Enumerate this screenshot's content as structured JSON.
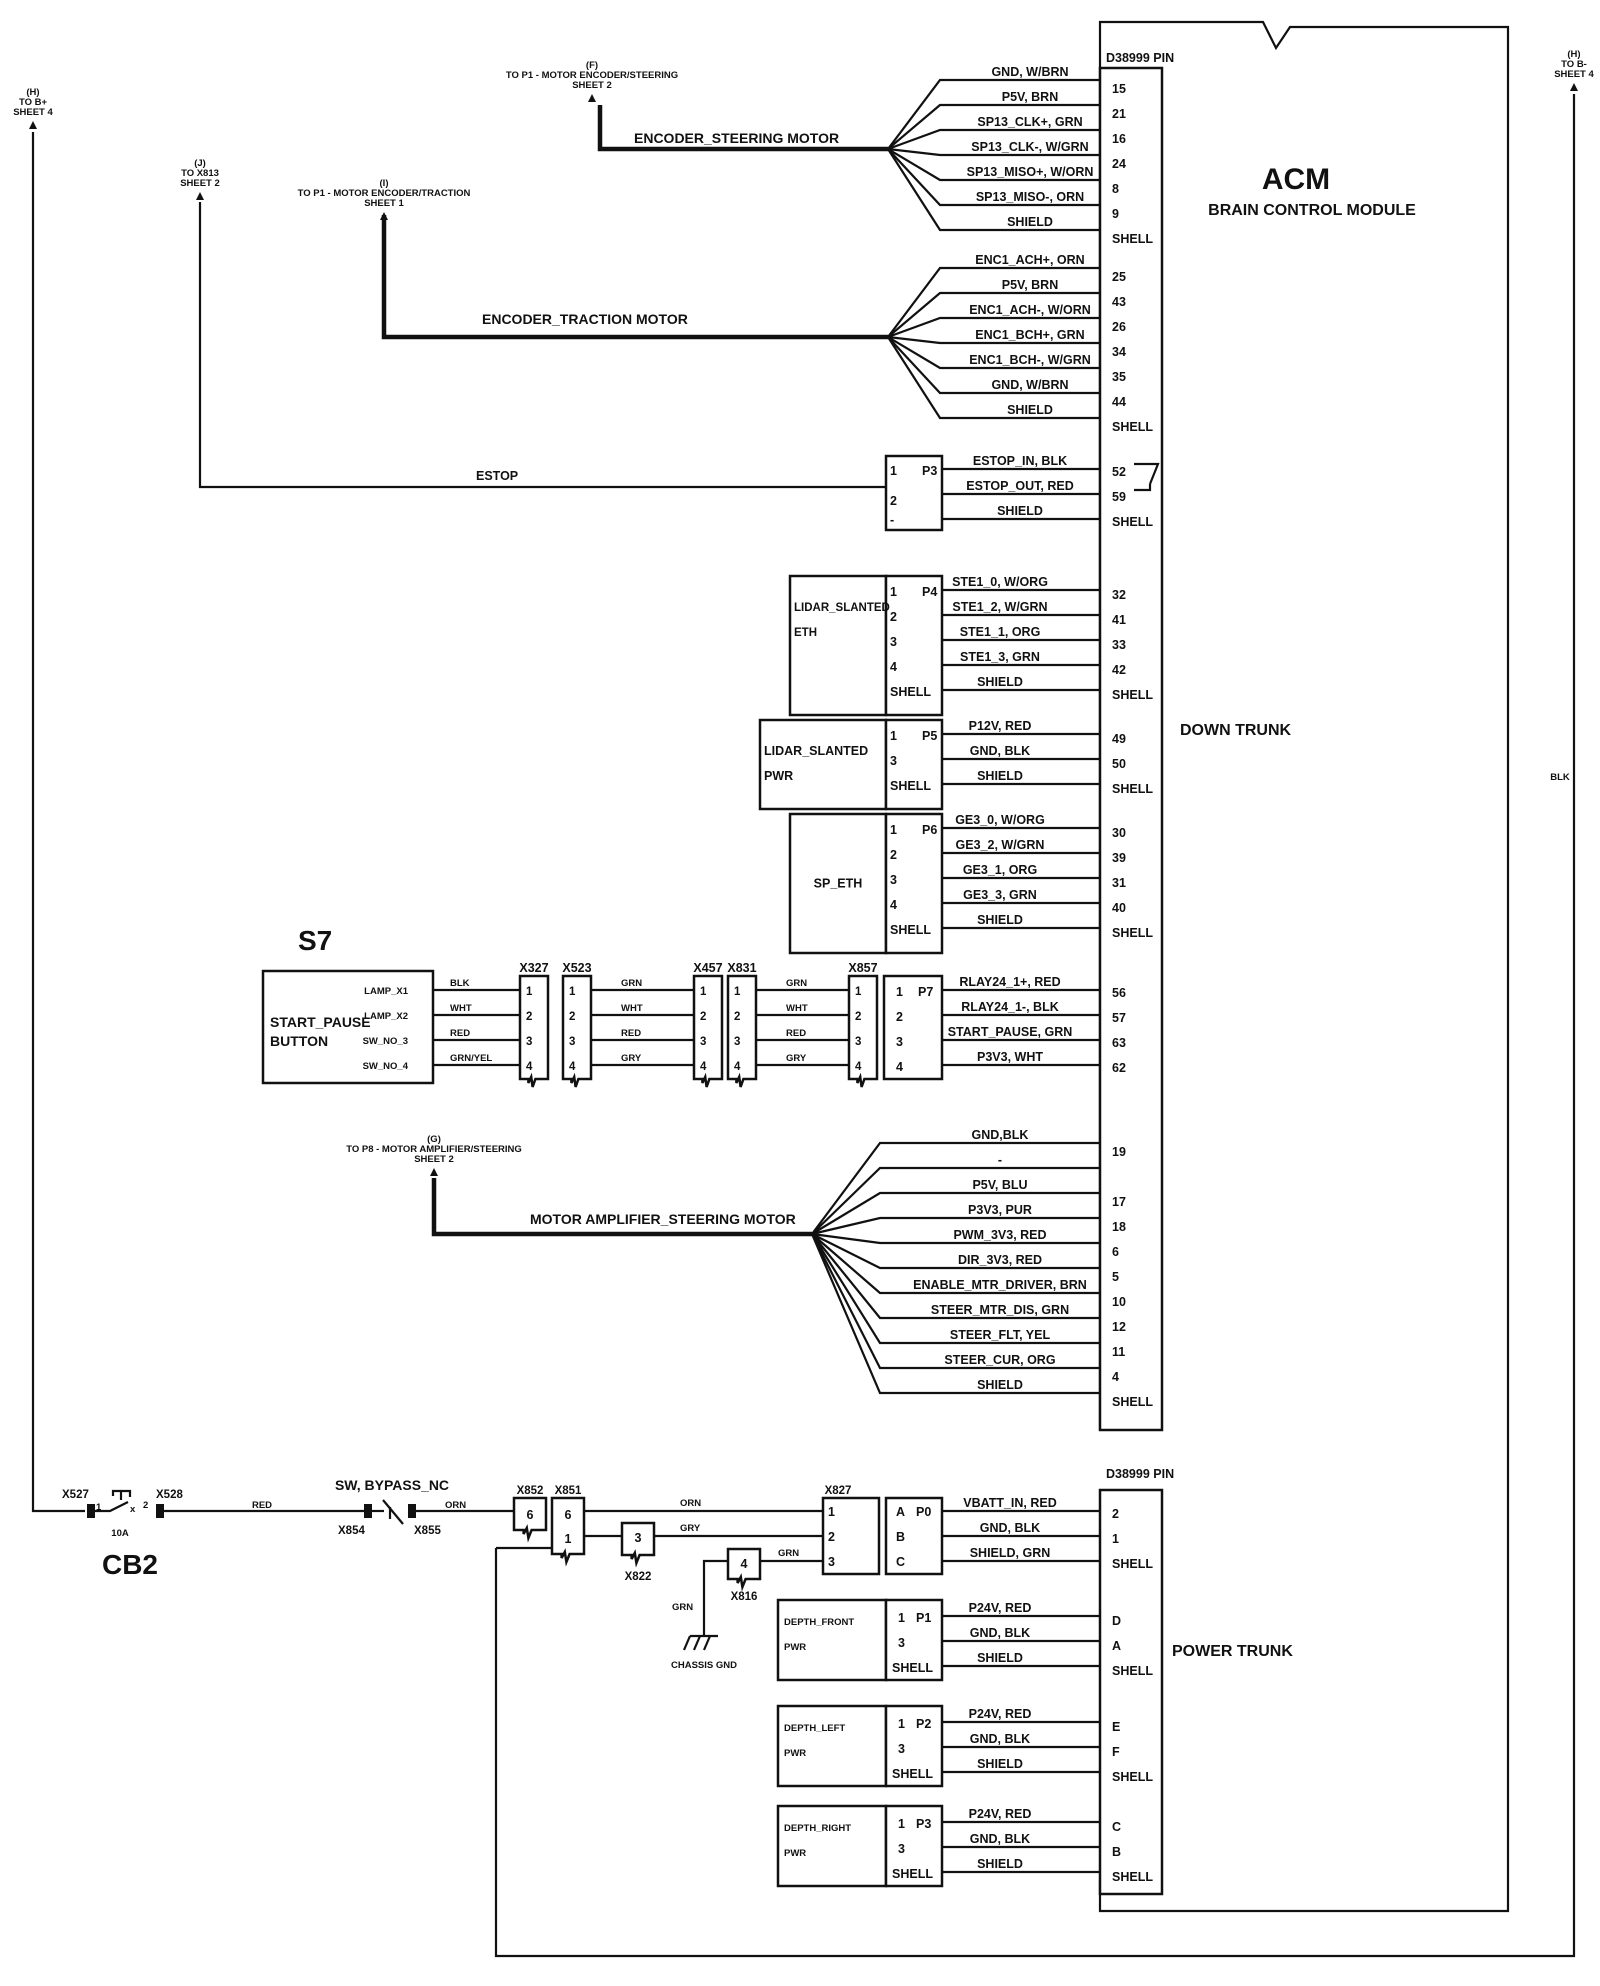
{
  "module": {
    "name": "ACM",
    "subtitle": "BRAIN CONTROL MODULE",
    "connector_header_down": "D38999 PIN",
    "connector_header_power": "D38999 PIN",
    "down_trunk_label": "DOWN TRUNK",
    "power_trunk_label": "POWER TRUNK"
  },
  "offsheet_refs": [
    {
      "id": "H_plus",
      "tag": "(H)",
      "text": "TO B+",
      "sheet": "SHEET 4"
    },
    {
      "id": "J",
      "tag": "(J)",
      "text": "TO X813",
      "sheet": "SHEET 2"
    },
    {
      "id": "I",
      "tag": "(I)",
      "text": "TO P1 - MOTOR ENCODER/TRACTION",
      "sheet": "SHEET 1"
    },
    {
      "id": "F",
      "tag": "(F)",
      "text": "TO P1 - MOTOR ENCODER/STEERING",
      "sheet": "SHEET 2"
    },
    {
      "id": "H_minus",
      "tag": "(H)",
      "text": "TO B-",
      "sheet": "SHEET 4"
    },
    {
      "id": "G",
      "tag": "(G)",
      "text": "TO P8 - MOTOR AMPLIFIER/STEERING",
      "sheet": "SHEET 2"
    }
  ],
  "harnesses": {
    "encoder_steering": {
      "label": "ENCODER_STEERING MOTOR",
      "wires": [
        {
          "signal": "GND, W/BRN",
          "pin": "15"
        },
        {
          "signal": "P5V, BRN",
          "pin": "21"
        },
        {
          "signal": "SP13_CLK+, GRN",
          "pin": "16"
        },
        {
          "signal": "SP13_CLK-, W/GRN",
          "pin": "24"
        },
        {
          "signal": "SP13_MISO+, W/ORN",
          "pin": "8"
        },
        {
          "signal": "SP13_MISO-, ORN",
          "pin": "9"
        },
        {
          "signal": "SHIELD",
          "pin": "SHELL"
        }
      ]
    },
    "encoder_traction": {
      "label": "ENCODER_TRACTION MOTOR",
      "wires": [
        {
          "signal": "ENC1_ACH+, ORN",
          "pin": "25"
        },
        {
          "signal": "P5V, BRN",
          "pin": "43"
        },
        {
          "signal": "ENC1_ACH-, W/ORN",
          "pin": "26"
        },
        {
          "signal": "ENC1_BCH+, GRN",
          "pin": "34"
        },
        {
          "signal": "ENC1_BCH-, W/GRN",
          "pin": "35"
        },
        {
          "signal": "GND, W/BRN",
          "pin": "44"
        },
        {
          "signal": "SHIELD",
          "pin": "SHELL"
        }
      ]
    },
    "motor_amplifier": {
      "label": "MOTOR AMPLIFIER_STEERING MOTOR",
      "wires": [
        {
          "signal": "GND,BLK",
          "pin": "19"
        },
        {
          "signal": "-",
          "pin": ""
        },
        {
          "signal": "P5V, BLU",
          "pin": "17"
        },
        {
          "signal": "P3V3, PUR",
          "pin": "18"
        },
        {
          "signal": "PWM_3V3, RED",
          "pin": "6"
        },
        {
          "signal": "DIR_3V3, RED",
          "pin": "5"
        },
        {
          "signal": "ENABLE_MTR_DRIVER, BRN",
          "pin": "10"
        },
        {
          "signal": "STEER_MTR_DIS, GRN",
          "pin": "12"
        },
        {
          "signal": "STEER_FLT, YEL",
          "pin": "11"
        },
        {
          "signal": "STEER_CUR, ORG",
          "pin": "4"
        },
        {
          "signal": "SHIELD",
          "pin": "SHELL"
        }
      ]
    }
  },
  "estop": {
    "label": "ESTOP",
    "connector": "P3",
    "pins": [
      "1",
      "2",
      "-"
    ],
    "wires": [
      {
        "signal": "ESTOP_IN, BLK",
        "pin": "52"
      },
      {
        "signal": "ESTOP_OUT, RED",
        "pin": "59"
      },
      {
        "signal": "SHIELD",
        "pin": "SHELL"
      }
    ]
  },
  "down_connectors": [
    {
      "id": "P4",
      "device": [
        "LIDAR_SLANTED",
        "ETH"
      ],
      "pins": [
        "1",
        "2",
        "3",
        "4",
        "SHELL"
      ],
      "wires": [
        {
          "signal": "STE1_0, W/ORG",
          "pin": "32"
        },
        {
          "signal": "STE1_2, W/GRN",
          "pin": "41"
        },
        {
          "signal": "STE1_1, ORG",
          "pin": "33"
        },
        {
          "signal": "STE1_3, GRN",
          "pin": "42"
        },
        {
          "signal": "SHIELD",
          "pin": "SHELL"
        }
      ]
    },
    {
      "id": "P5",
      "device": [
        "LIDAR_SLANTED",
        "PWR"
      ],
      "pins": [
        "1",
        "3",
        "SHELL"
      ],
      "wires": [
        {
          "signal": "P12V, RED",
          "pin": "49"
        },
        {
          "signal": "GND, BLK",
          "pin": "50"
        },
        {
          "signal": "SHIELD",
          "pin": "SHELL"
        }
      ]
    },
    {
      "id": "P6",
      "device": [
        "SP_ETH"
      ],
      "pins": [
        "1",
        "2",
        "3",
        "4",
        "SHELL"
      ],
      "wires": [
        {
          "signal": "GE3_0, W/ORG",
          "pin": "30"
        },
        {
          "signal": "GE3_2, W/GRN",
          "pin": "39"
        },
        {
          "signal": "GE3_1, ORG",
          "pin": "31"
        },
        {
          "signal": "GE3_3, GRN",
          "pin": "40"
        },
        {
          "signal": "SHIELD",
          "pin": "SHELL"
        }
      ]
    }
  ],
  "start_pause": {
    "ref": "S7",
    "device": [
      "START_PAUSE",
      "BUTTON"
    ],
    "terminals": [
      "LAMP_X1",
      "LAMP_X2",
      "SW_NO_3",
      "SW_NO_4"
    ],
    "segments": [
      {
        "from": "S7",
        "to": "X327",
        "colors": [
          "BLK",
          "WHT",
          "RED",
          "GRN/YEL"
        ]
      },
      {
        "from": "X523",
        "to": "X457",
        "colors": [
          "GRN",
          "WHT",
          "RED",
          "GRY"
        ]
      },
      {
        "from": "X831",
        "to": "X857",
        "colors": [
          "GRN",
          "WHT",
          "RED",
          "GRY"
        ]
      }
    ],
    "inline_connectors": [
      "X327",
      "X523",
      "X457",
      "X831",
      "X857"
    ],
    "connector_pins": [
      "1",
      "2",
      "3",
      "4"
    ],
    "connector": "P7",
    "wires": [
      {
        "signal": "RLAY24_1+, RED",
        "pin": "56"
      },
      {
        "signal": "RLAY24_1-, BLK",
        "pin": "57"
      },
      {
        "signal": "START_PAUSE, GRN",
        "pin": "63"
      },
      {
        "signal": "P3V3, WHT",
        "pin": "62"
      }
    ]
  },
  "power": {
    "breaker": {
      "ref": "CB2",
      "rating": "10A",
      "pin_in": "1",
      "pin_out": "2",
      "conn_in": "X527",
      "conn_out": "X528"
    },
    "feed_color": "RED",
    "bypass_switch": {
      "label": "SW, BYPASS_NC",
      "conn_in": "X854",
      "conn_out": "X855"
    },
    "after_switch_color": "ORN",
    "x852": {
      "ref": "X852",
      "pin": "6"
    },
    "x851": {
      "ref": "X851",
      "pins": [
        "6",
        "1"
      ]
    },
    "x822": {
      "ref": "X822",
      "pin": "3"
    },
    "x816": {
      "ref": "X816",
      "pin": "4"
    },
    "x827": {
      "ref": "X827",
      "pins": [
        "1",
        "2",
        "3"
      ]
    },
    "wire_colors": {
      "orn": "ORN",
      "gry": "GRY",
      "grn": "GRN",
      "ground_grn": "GRN"
    },
    "chassis_gnd": "CHASSIS GND",
    "return_color": "BLK",
    "p0": {
      "id": "P0",
      "pins": [
        "A",
        "B",
        "C"
      ],
      "wires": [
        {
          "signal": "VBATT_IN, RED",
          "pin": "2"
        },
        {
          "signal": "GND, BLK",
          "pin": "1"
        },
        {
          "signal": "SHIELD, GRN",
          "pin": "SHELL"
        }
      ]
    },
    "depth": [
      {
        "id": "P1",
        "device": [
          "DEPTH_FRONT",
          "PWR"
        ],
        "pins": [
          "1",
          "3",
          "SHELL"
        ],
        "wires": [
          {
            "signal": "P24V, RED",
            "pin": "D"
          },
          {
            "signal": "GND, BLK",
            "pin": "A"
          },
          {
            "signal": "SHIELD",
            "pin": "SHELL"
          }
        ]
      },
      {
        "id": "P2",
        "device": [
          "DEPTH_LEFT",
          "PWR"
        ],
        "pins": [
          "1",
          "3",
          "SHELL"
        ],
        "wires": [
          {
            "signal": "P24V, RED",
            "pin": "E"
          },
          {
            "signal": "GND, BLK",
            "pin": "F"
          },
          {
            "signal": "SHIELD",
            "pin": "SHELL"
          }
        ]
      },
      {
        "id": "P3",
        "device": [
          "DEPTH_RIGHT",
          "PWR"
        ],
        "pins": [
          "1",
          "3",
          "SHELL"
        ],
        "wires": [
          {
            "signal": "P24V, RED",
            "pin": "C"
          },
          {
            "signal": "GND, BLK",
            "pin": "B"
          },
          {
            "signal": "SHIELD",
            "pin": "SHELL"
          }
        ]
      }
    ]
  }
}
